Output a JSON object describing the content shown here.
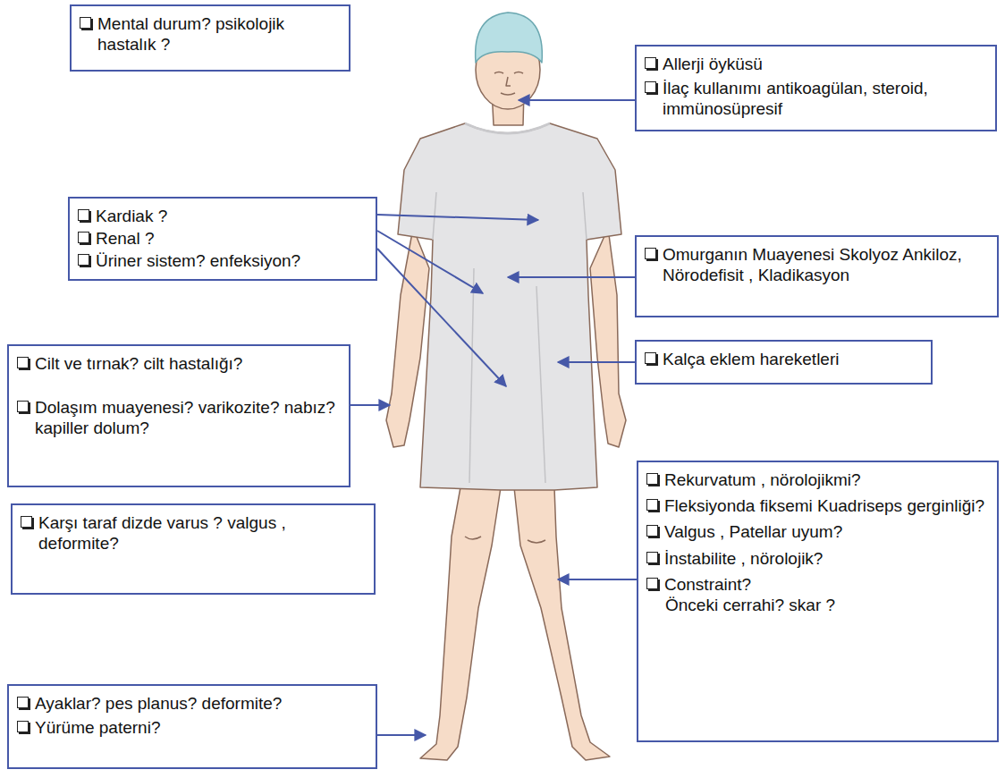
{
  "diagram": {
    "nodes": [
      {
        "text": [
          "Mental durum? psikolojik hastalık ?"
        ]
      },
      {
        "text": [
          "Allerji öyküsü",
          "İlaç kullanımı antikoagülan, steroid, immünosüpresif"
        ]
      },
      {
        "text": [
          "Kardiak ?",
          "Renal ?",
          "Üriner sistem? enfeksiyon?"
        ]
      },
      {
        "text": [
          "Omurganın Muayenesi Skolyoz Ankiloz, Nörodefisit , Kladikasyon"
        ]
      },
      {
        "text": [
          "Cilt ve tırnak? cilt hastalığı?",
          "Dolaşım muayenesi? varikozite? nabız? kapiller dolum?"
        ]
      },
      {
        "text": [
          "Kalça eklem hareketleri"
        ]
      },
      {
        "text": [
          "Karşı taraf dizde varus ? valgus , deformite?"
        ]
      },
      {
        "text": [
          "Rekurvatum , nörolojikmi?",
          "Fleksiyonda fiksemi Kuadriseps gerginliği?",
          "Valgus , Patellar uyum?",
          "İnstabilite , nörolojik?",
          "Constraint?",
          "Önceki cerrahi? skar ?"
        ]
      },
      {
        "text": [
          "Ayaklar? pes planus? deformite?",
          "Yürüme paterni?"
        ]
      }
    ]
  }
}
